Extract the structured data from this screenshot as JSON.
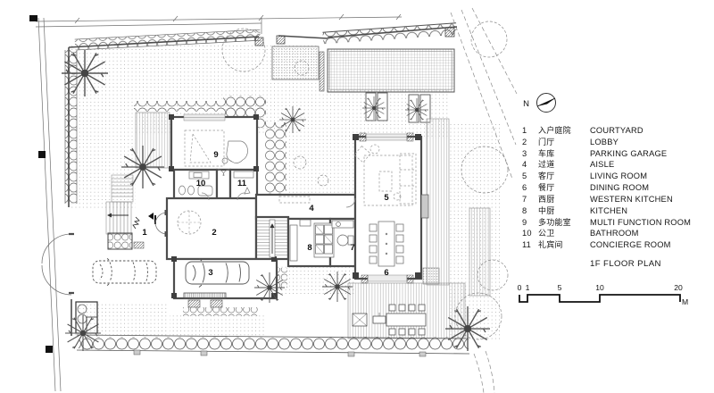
{
  "plan": {
    "title": "1F FLOOR PLAN",
    "north_label": "N",
    "rooms": [
      {
        "num": "1",
        "zh": "入户庭院",
        "en": "COURTYARD"
      },
      {
        "num": "2",
        "zh": "门厅",
        "en": "LOBBY"
      },
      {
        "num": "3",
        "zh": "车库",
        "en": "PARKING GARAGE"
      },
      {
        "num": "4",
        "zh": "过道",
        "en": "AISLE"
      },
      {
        "num": "5",
        "zh": "客厅",
        "en": "LIVING ROOM"
      },
      {
        "num": "6",
        "zh": "餐厅",
        "en": "DINING ROOM"
      },
      {
        "num": "7",
        "zh": "西厨",
        "en": "WESTERN KITCHEN"
      },
      {
        "num": "8",
        "zh": "中厨",
        "en": "KITCHEN"
      },
      {
        "num": "9",
        "zh": "多功能室",
        "en": "MULTI FUNCTION ROOM"
      },
      {
        "num": "10",
        "zh": "公卫",
        "en": "BATHROOM"
      },
      {
        "num": "11",
        "zh": "礼宾间",
        "en": "CONCIERGE ROOM"
      }
    ],
    "scale_bar": {
      "ticks": [
        "0",
        "1",
        "5",
        "10",
        "20"
      ],
      "unit": "M"
    },
    "colors": {
      "ink": "#111111",
      "wall": "#4d4d4d",
      "paper": "#ffffff"
    }
  }
}
